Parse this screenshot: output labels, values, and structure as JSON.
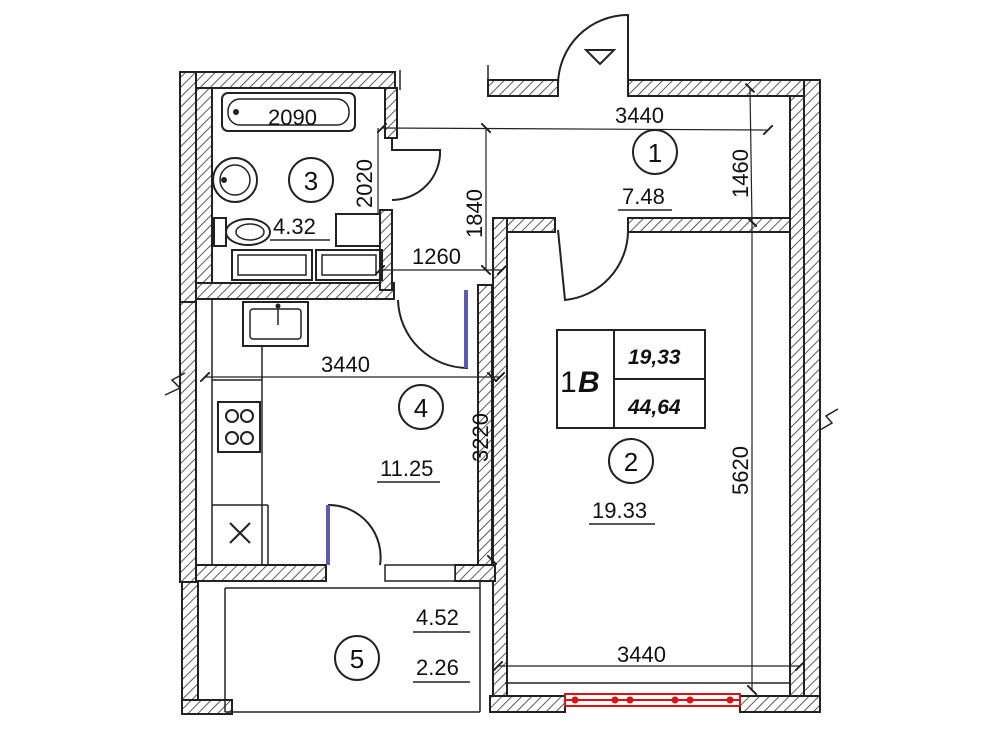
{
  "plan": {
    "rooms": [
      {
        "id": "1",
        "number": "1",
        "area": "7.48"
      },
      {
        "id": "2",
        "number": "2",
        "area": "19.33"
      },
      {
        "id": "3",
        "number": "3",
        "area": "4.32"
      },
      {
        "id": "4",
        "number": "4",
        "area": "11.25"
      },
      {
        "id": "5",
        "number": "5",
        "area": "4.52",
        "area2": "2.26"
      }
    ],
    "dimensions": {
      "bath_width": "2090",
      "bath_height": "2020",
      "hall_width": "3440",
      "hall_height": "1460",
      "corridor_height": "1840",
      "corridor_width": "1260",
      "kitchen_width": "3440",
      "kitchen_height": "3220",
      "room_height": "5620",
      "room_width": "3440"
    },
    "badge": {
      "rooms": "1",
      "type": "B",
      "living_area": "19,33",
      "total_area": "44,64"
    },
    "colors": {
      "line": "#222222",
      "door_blue": "#5a5ab8",
      "window_red": "#e01010"
    }
  }
}
